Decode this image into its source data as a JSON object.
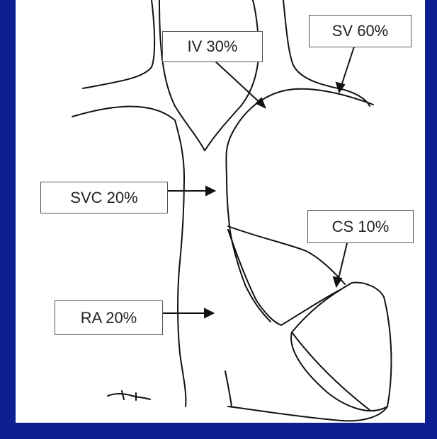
{
  "colors": {
    "background": "#0b1f93",
    "panel": "#ffffff",
    "line": "#111111",
    "box_border": "#555555"
  },
  "labels": {
    "iv": "IV 30%",
    "sv": "SV 60%",
    "svc": "SVC 20%",
    "cs": "CS 10%",
    "ra": "RA 20%"
  }
}
